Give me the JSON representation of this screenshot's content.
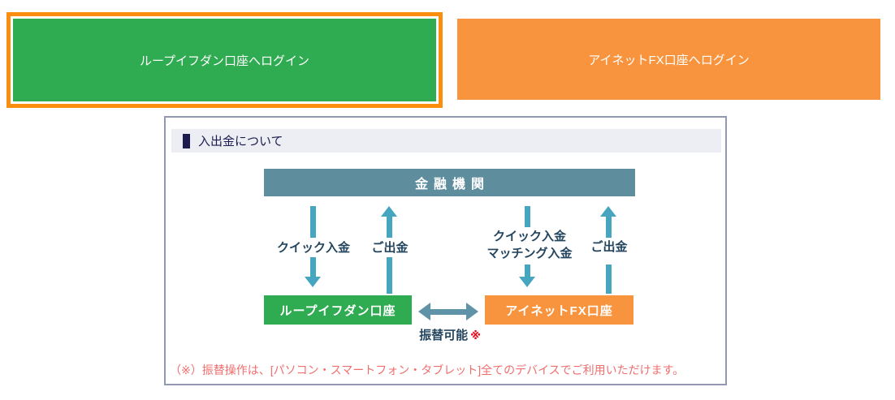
{
  "buttons": {
    "loop_login": {
      "label": "ループイフダン口座へログイン"
    },
    "inet_login": {
      "label": "アイネットFX口座へログイン"
    }
  },
  "panel": {
    "header": {
      "title": "入出金について"
    },
    "diagram": {
      "bank_label": "金融機関",
      "left": {
        "deposit_label": "クイック入金",
        "withdraw_label": "ご出金"
      },
      "right": {
        "deposit_label_line1": "クイック入金",
        "deposit_label_line2": "マッチング入金",
        "withdraw_label": "ご出金"
      },
      "loop_account_label": "ループイフダン口座",
      "inet_account_label": "アイネットFX口座",
      "transfer_label": "振替可能",
      "transfer_note_mark": "※"
    },
    "footnote": "（※）振替操作は、[パソコン・スマートフォン・タブレット]全てのデバイスでご利用いただけます。"
  },
  "colors": {
    "loop_green": "#2fab51",
    "inet_orange": "#f8943d",
    "highlight_border_orange": "#fb8e0e",
    "bank_bar_teal": "#5e8d9d",
    "arrow_teal": "#46a5bf",
    "transfer_arrow_slate": "#5e93a8",
    "header_navy": "#1c1c4e",
    "label_navy": "#24455e",
    "footnote_red": "#f06e6e",
    "note_mark_red": "#e60012",
    "panel_border": "#9298b0",
    "header_bg": "#ededf4"
  }
}
